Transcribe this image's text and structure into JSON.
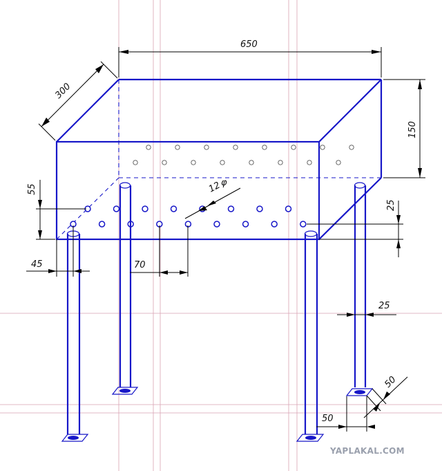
{
  "dimensions": {
    "length": "650",
    "depth": "300",
    "height": "150",
    "hole_row_height": "55",
    "hole_diameter": "12",
    "diameter_symbol": "φ",
    "hole_offset": "25",
    "first_hole_offset": "45",
    "hole_pitch": "70",
    "leg_diameter": "25",
    "foot_plate_width": "50",
    "foot_plate_depth": "50"
  },
  "watermark": "YAPLAKAL.COM",
  "colors": {
    "outline": "#1717c8",
    "dimension": "#000000",
    "guide": "#d9a3b3"
  }
}
